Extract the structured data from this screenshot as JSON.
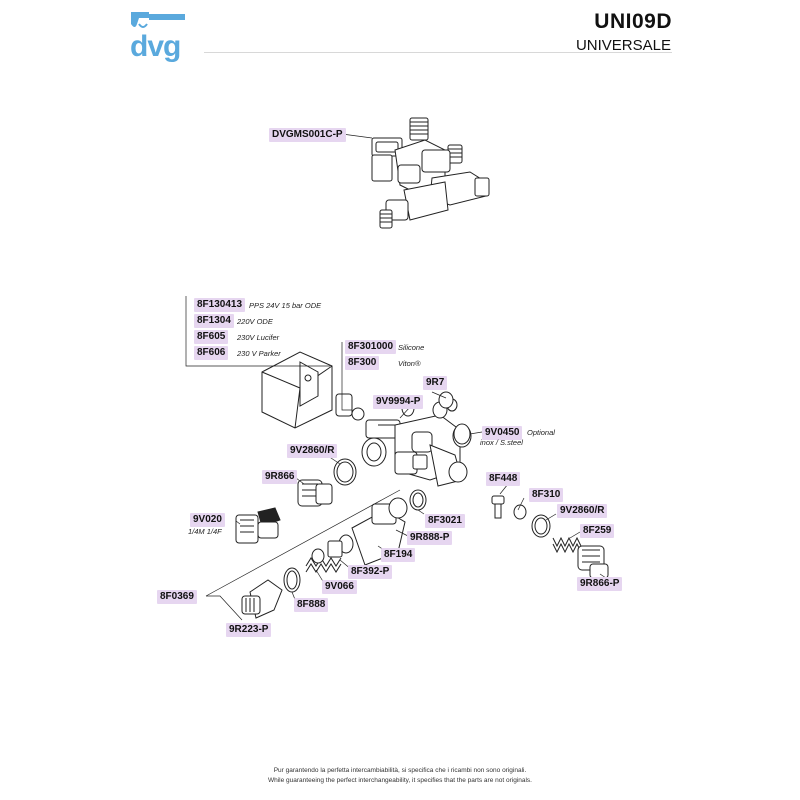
{
  "header": {
    "logo_text": "dvg",
    "model": "UNI09D",
    "subtitle": "UNIVERSALE"
  },
  "parts": {
    "dvgms001c_p": "DVGMS001C-P",
    "c8f130413": "8F130413",
    "c8f1304": "8F1304",
    "c8f605": "8F605",
    "c8f606": "8F606",
    "c8f301000": "8F301000",
    "c8f300": "8F300",
    "c9r7": "9R7",
    "c9v9994_p": "9V9994-P",
    "c9v0450": "9V0450",
    "c9v2860_r": "9V2860/R",
    "c9r866": "9R866",
    "c8f448": "8F448",
    "c8f310": "8F310",
    "c9v2860_r_b": "9V2860/R",
    "c9v020": "9V020",
    "c8f3021": "8F3021",
    "c8f259": "8F259",
    "c9r888_p": "9R888-P",
    "c8f194": "8F194",
    "c8f392_p": "8F392-P",
    "c9v066": "9V066",
    "c9r866_p": "9R866-P",
    "c8f0369": "8F0369",
    "c8f888": "8F888",
    "c9r223_p": "9R223-P"
  },
  "notes": {
    "c8f130413": "PPS 24V 15 bar ODE",
    "c8f1304": "220V ODE",
    "c8f605": "230V Lucifer",
    "c8f606": "230 V Parker",
    "c8f301000": "Silicone",
    "c8f300": "Viton®",
    "c9v0450_a": "Optional",
    "c9v0450_b": "inox / S.steel",
    "c9v020": "1/4M 1/4F"
  },
  "footer": {
    "line1": "Pur garantendo la perfetta intercambiabilità, si specifica che i ricambi non sono originali.",
    "line2": "While guaranteeing the perfect interchangeability, it specifies that the parts are not originals."
  },
  "colors": {
    "label_bg": "#e6d6f0",
    "logo_blue": "#5aa9dd",
    "line": "#222222"
  }
}
